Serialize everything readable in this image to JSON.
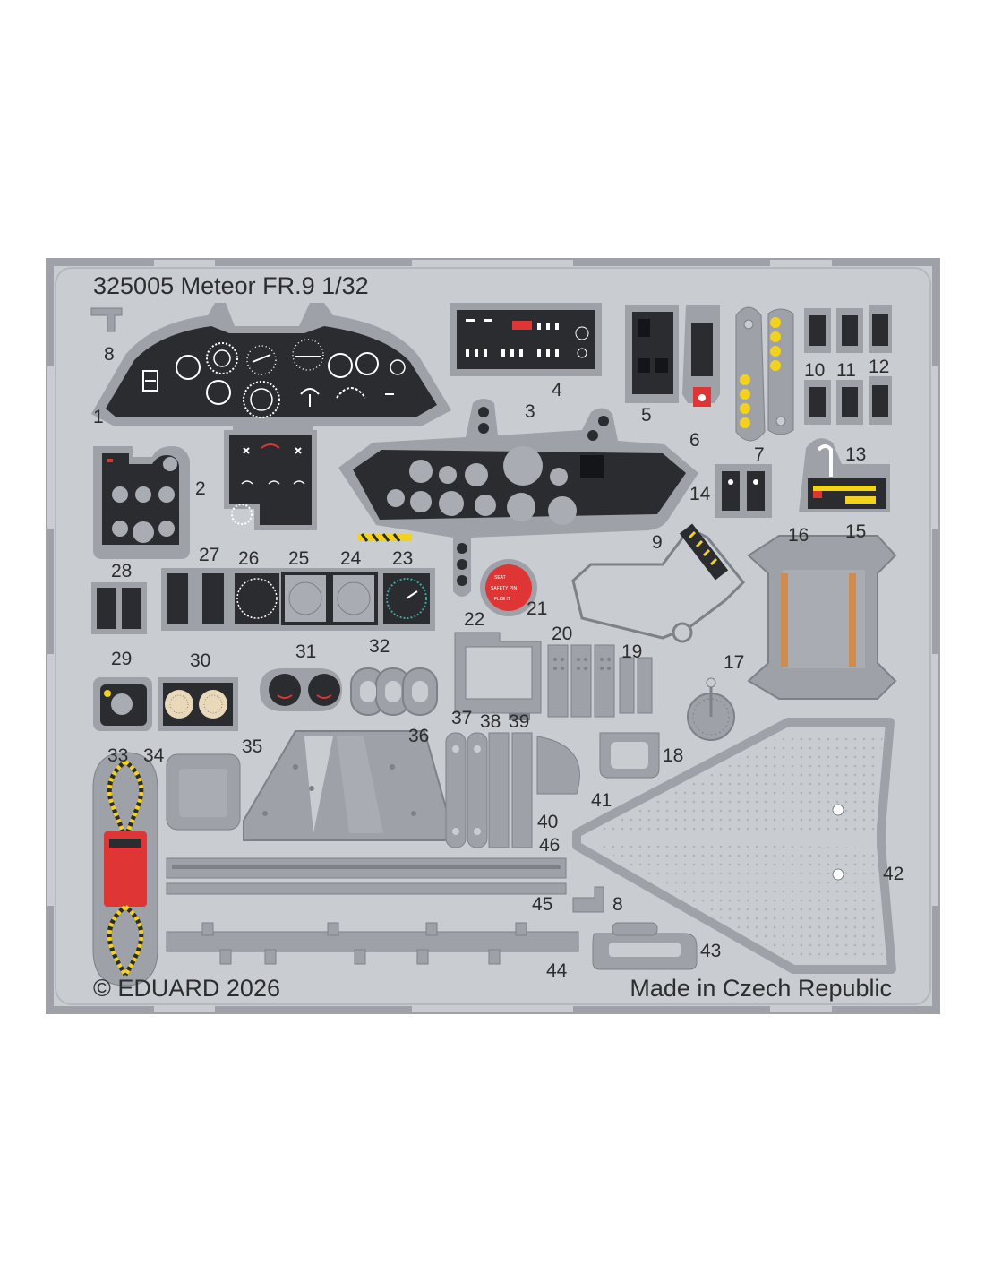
{
  "product": {
    "header": "325005 Meteor FR.9 1/32",
    "copyright": "© EDUARD 2026",
    "origin": "Made in Czech Republic"
  },
  "colors": {
    "fret": "#c9ccd1",
    "fret_edge": "#9ea2a8",
    "panel": "#2a2c30",
    "instrument": "#a9adb3",
    "yellow": "#f2d21b",
    "red": "#e03535",
    "copper": "#d08c4c",
    "cream": "#ead9b8"
  },
  "part_numbers": {
    "p1": "1",
    "p2": "2",
    "p3": "3",
    "p4": "4",
    "p5": "5",
    "p6": "6",
    "p7": "7",
    "p8a": "8",
    "p8b": "8",
    "p9": "9",
    "p10": "10",
    "p11": "11",
    "p12": "12",
    "p13": "13",
    "p14": "14",
    "p15": "15",
    "p16": "16",
    "p17": "17",
    "p18": "18",
    "p19": "19",
    "p20": "20",
    "p21": "21",
    "p22": "22",
    "p23": "23",
    "p24": "24",
    "p25": "25",
    "p26": "26",
    "p27": "27",
    "p28": "28",
    "p29": "29",
    "p30": "30",
    "p31": "31",
    "p32": "32",
    "p33": "33",
    "p34": "34",
    "p35": "35",
    "p36": "36",
    "p37": "37",
    "p38": "38",
    "p39": "39",
    "p40": "40",
    "p41": "41",
    "p42": "42",
    "p43": "43",
    "p44": "44",
    "p45": "45",
    "p46": "46"
  }
}
